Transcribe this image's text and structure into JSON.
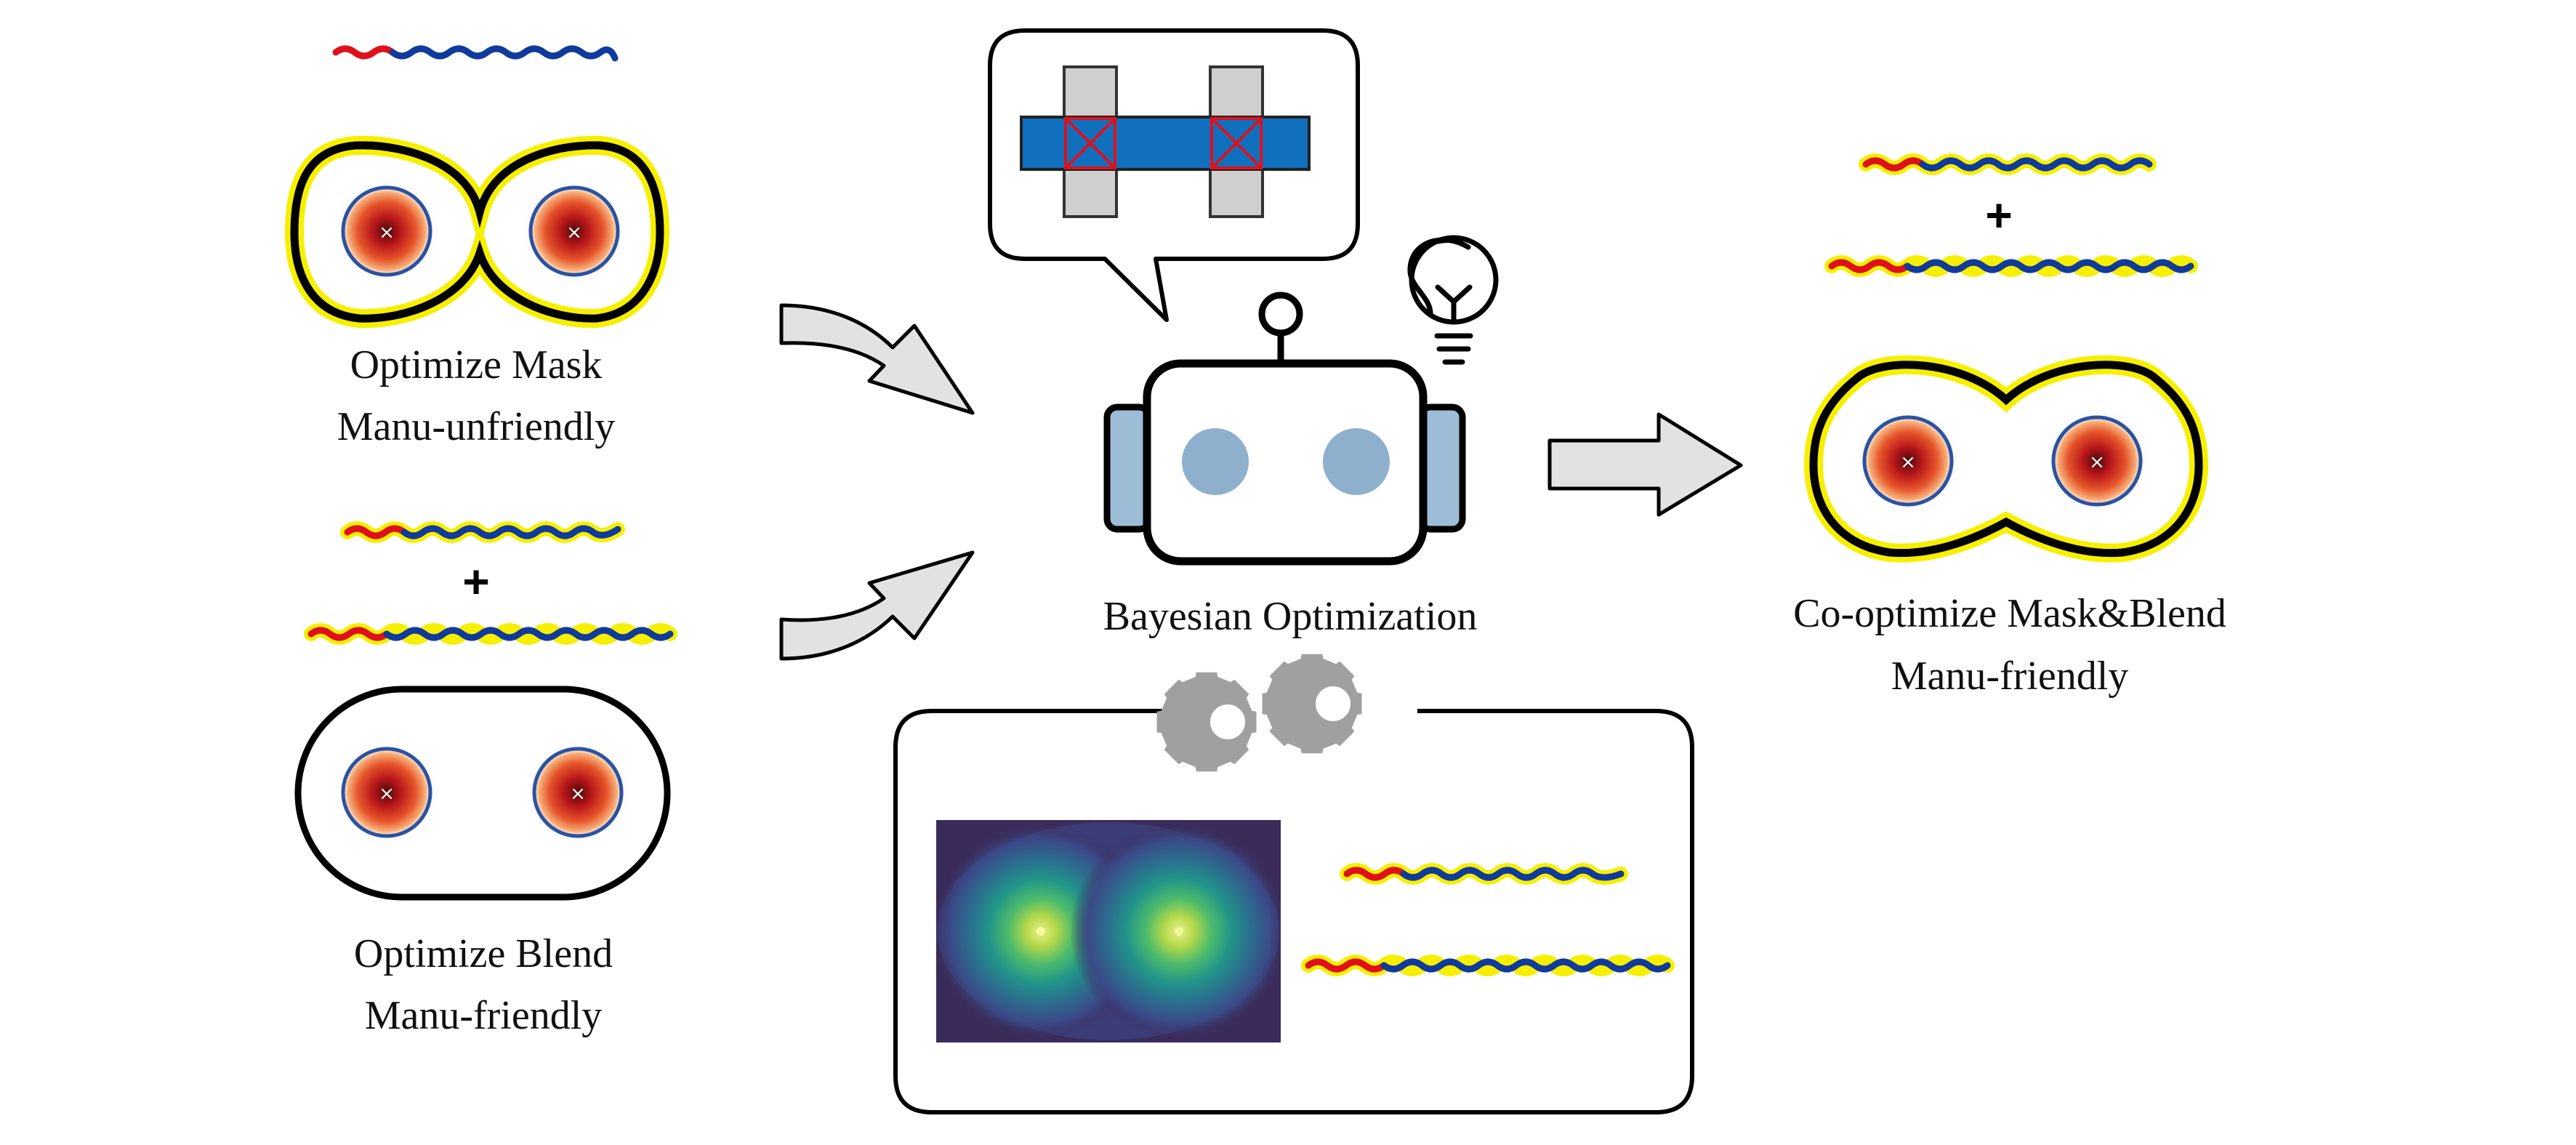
{
  "labels": {
    "mask_line1": "Optimize Mask",
    "mask_line2": "Manu-unfriendly",
    "blend_line1": "Optimize Blend",
    "blend_line2": "Manu-friendly",
    "center": "Bayesian Optimization",
    "result_line1": "Co-optimize Mask&Blend",
    "result_line2": "Manu-friendly",
    "plus": "+"
  },
  "colors": {
    "polymer_a": "#e0101a",
    "polymer_b": "#103a9c",
    "highlight": "#f6f000",
    "arrow_fill": "#e2e2e2",
    "mask_bar": "#1170be",
    "mask_pillar": "#cfcfcf",
    "robot_side": "#9dbcd6",
    "robot_eye": "#8fb0cc",
    "gear": "#a0a0a0",
    "density_bg": "#3a2b5a"
  },
  "icons": [
    "lightbulb-icon",
    "gear-icon",
    "robot-icon",
    "speech-bubble-icon",
    "arrow-icon"
  ]
}
